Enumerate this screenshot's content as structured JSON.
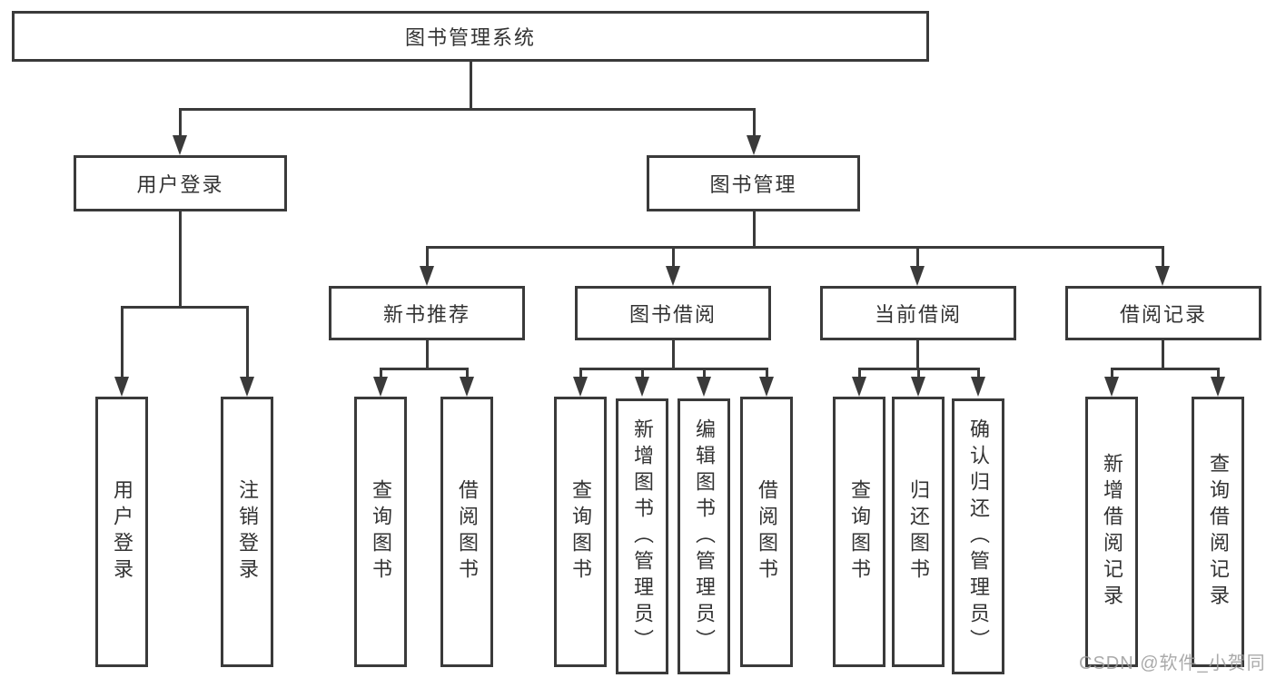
{
  "diagram": {
    "title": "图书管理系统",
    "branches": {
      "user_login": {
        "label": "用户登录",
        "children": [
          "用户登录",
          "注销登录"
        ]
      },
      "book_mgmt": {
        "label": "图书管理",
        "children": [
          {
            "label": "新书推荐",
            "children": [
              "查询图书",
              "借阅图书"
            ]
          },
          {
            "label": "图书借阅",
            "children": [
              "查询图书",
              "新增图书（管理员）",
              "编辑图书（管理员）",
              "借阅图书"
            ]
          },
          {
            "label": "当前借阅",
            "children": [
              "查询图书",
              "归还图书",
              "确认归还（管理员）"
            ]
          },
          {
            "label": "借阅记录",
            "children": [
              "新增借阅记录",
              "查询借阅记录"
            ]
          }
        ]
      }
    }
  },
  "watermark": "CSDN @软件_小贺同学",
  "colors": {
    "line": "#3a3a3a",
    "text": "#333333",
    "watermark": "#9c9c9c",
    "background": "#ffffff"
  }
}
